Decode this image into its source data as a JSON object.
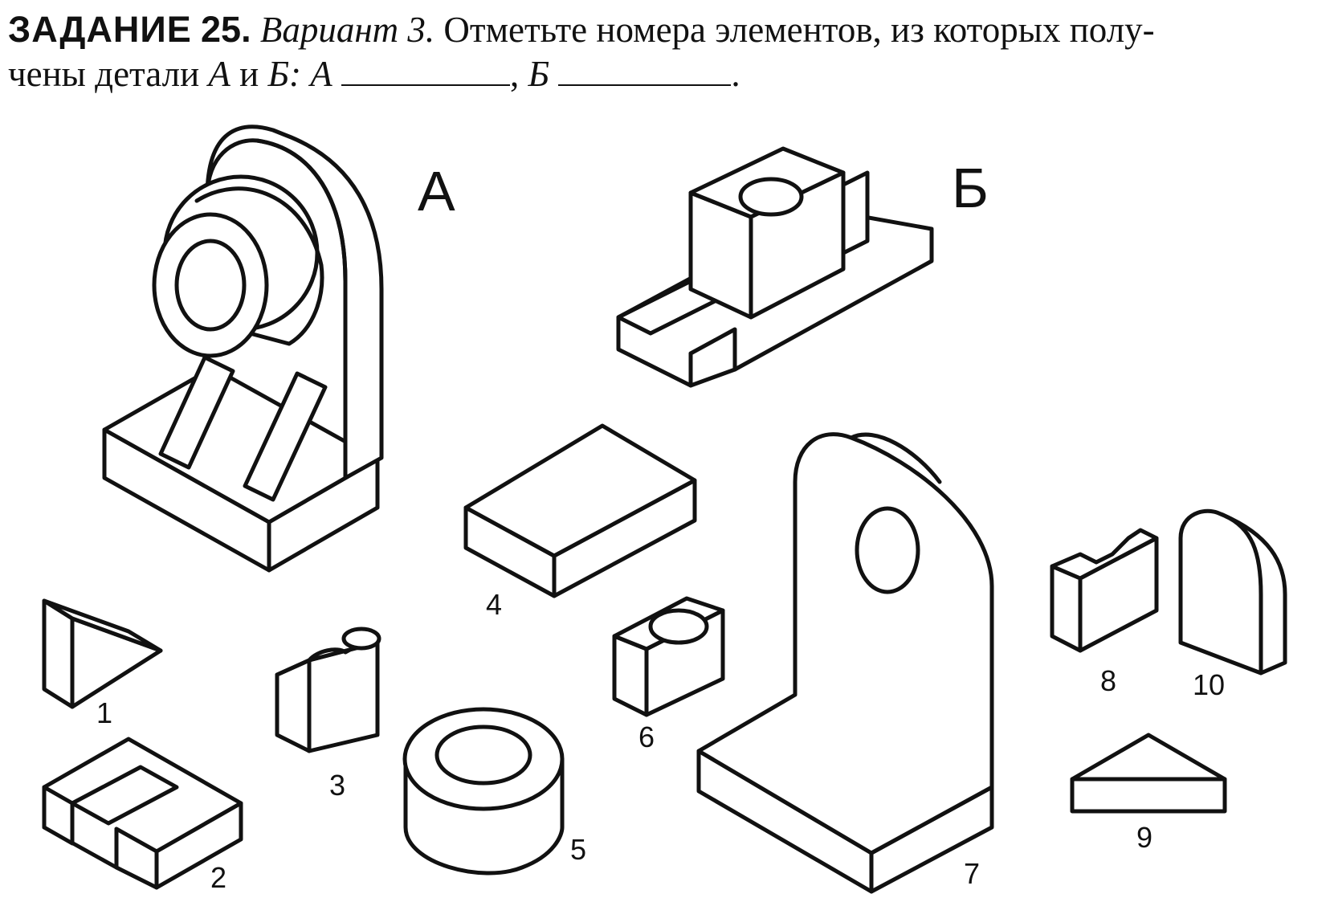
{
  "task": {
    "title": "ЗАДАНИЕ",
    "number": "25.",
    "variant": "Вариант 3.",
    "text1": "Отметьте номера элементов, из которых полу-",
    "text2": "чены детали",
    "part_a_italic": "А",
    "and_word": "и",
    "part_b_italic": "Б:",
    "answer_a_label": "А",
    "comma": ",",
    "answer_b_label": "Б",
    "period": "."
  },
  "assemblies": [
    {
      "label": "А"
    },
    {
      "label": "Б"
    }
  ],
  "elements": [
    "1",
    "2",
    "3",
    "4",
    "5",
    "6",
    "7",
    "8",
    "9",
    "10"
  ]
}
